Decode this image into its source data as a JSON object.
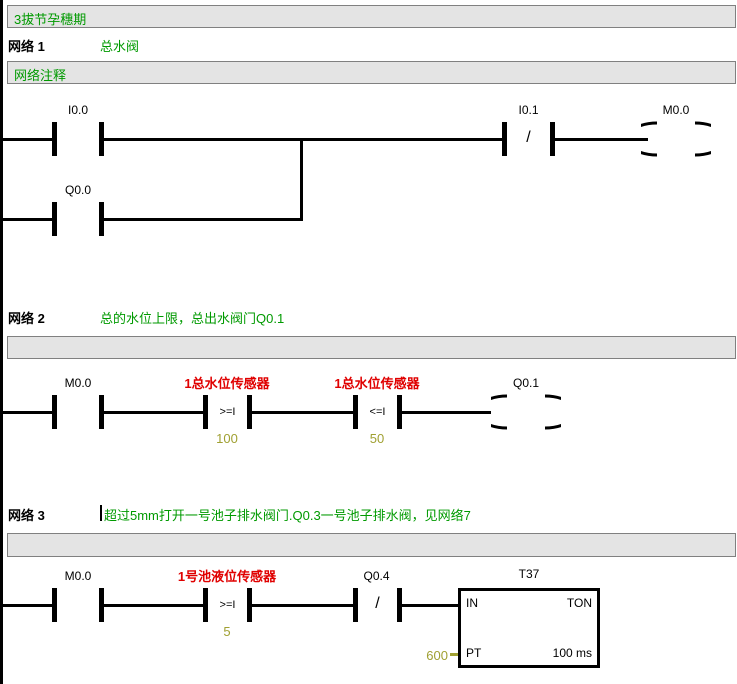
{
  "window": {
    "title": "3拔节孕穗期",
    "note_label": "网络注释"
  },
  "colors": {
    "green": "#009a00",
    "red": "#e00000",
    "olive": "#a0a032",
    "bar_bg": "#e4e4e4"
  },
  "networks": [
    {
      "label": "网络 1",
      "comment": "总水阀",
      "elements": {
        "c1": "I0.0",
        "c2": "Q0.0",
        "nc": "I0.1",
        "nc_symbol": "/",
        "coil": "M0.0"
      }
    },
    {
      "label": "网络 2",
      "comment": "总的水位上限，总出水阀门Q0.1",
      "elements": {
        "c1": "M0.0",
        "cmp1_label": "1总水位传感器",
        "cmp1_op": ">=I",
        "cmp1_value": "100",
        "cmp2_label": "1总水位传感器",
        "cmp2_op": "<=I",
        "cmp2_value": "50",
        "coil": "Q0.1"
      }
    },
    {
      "label": "网络 3",
      "comment": "超过5mm打开一号池子排水阀门.Q0.3一号池子排水阀，见网络7",
      "elements": {
        "c1": "M0.0",
        "cmp1_label": "1号池液位传感器",
        "cmp1_op": ">=I",
        "cmp1_value": "5",
        "nc": "Q0.4",
        "nc_symbol": "/",
        "timer": {
          "name": "T37",
          "in_label": "IN",
          "type": "TON",
          "pt_label": "PT",
          "pt_value": "600",
          "time_base": "100 ms"
        }
      }
    }
  ]
}
